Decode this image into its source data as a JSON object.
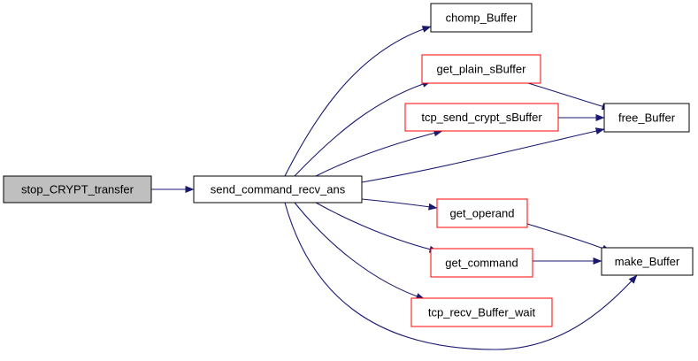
{
  "colors": {
    "edge": "#191970",
    "node_border_default": "#000000",
    "node_border_linked": "#ff0000",
    "node_fill_default": "#ffffff",
    "node_fill_focus": "#bfbfbf"
  },
  "nodes": {
    "stop_crypt_transfer": {
      "label": "stop_CRYPT_transfer",
      "style": "focus"
    },
    "send_command_recv_ans": {
      "label": "send_command_recv_ans",
      "style": "default"
    },
    "chomp_buffer": {
      "label": "chomp_Buffer",
      "style": "default"
    },
    "get_plain_sbuffer": {
      "label": "get_plain_sBuffer",
      "style": "linked"
    },
    "tcp_send_crypt_sbuffer": {
      "label": "tcp_send_crypt_sBuffer",
      "style": "linked"
    },
    "free_buffer": {
      "label": "free_Buffer",
      "style": "default"
    },
    "get_operand": {
      "label": "get_operand",
      "style": "linked"
    },
    "get_command": {
      "label": "get_command",
      "style": "linked"
    },
    "make_buffer": {
      "label": "make_Buffer",
      "style": "default"
    },
    "tcp_recv_buffer_wait": {
      "label": "tcp_recv_Buffer_wait",
      "style": "linked"
    }
  },
  "edges": [
    {
      "from": "stop_crypt_transfer",
      "to": "send_command_recv_ans"
    },
    {
      "from": "send_command_recv_ans",
      "to": "chomp_buffer"
    },
    {
      "from": "send_command_recv_ans",
      "to": "get_plain_sbuffer"
    },
    {
      "from": "send_command_recv_ans",
      "to": "tcp_send_crypt_sbuffer"
    },
    {
      "from": "send_command_recv_ans",
      "to": "free_buffer"
    },
    {
      "from": "send_command_recv_ans",
      "to": "get_operand"
    },
    {
      "from": "send_command_recv_ans",
      "to": "get_command"
    },
    {
      "from": "send_command_recv_ans",
      "to": "tcp_recv_buffer_wait"
    },
    {
      "from": "send_command_recv_ans",
      "to": "make_buffer"
    },
    {
      "from": "get_plain_sbuffer",
      "to": "free_buffer"
    },
    {
      "from": "tcp_send_crypt_sbuffer",
      "to": "free_buffer"
    },
    {
      "from": "get_operand",
      "to": "make_buffer"
    },
    {
      "from": "get_command",
      "to": "make_buffer"
    }
  ]
}
